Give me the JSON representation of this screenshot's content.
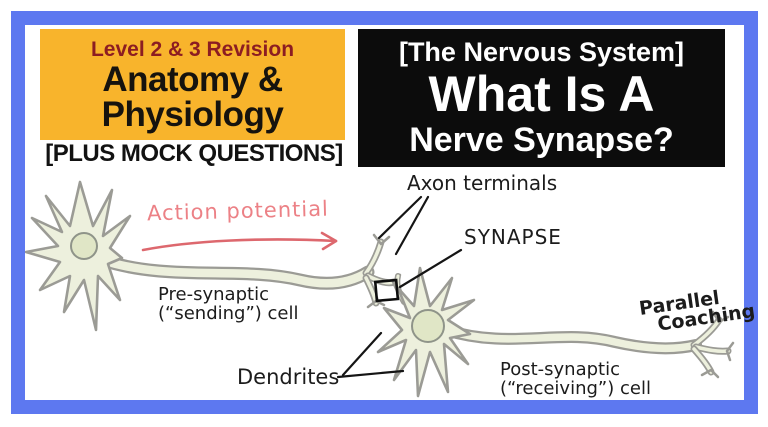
{
  "colors": {
    "border_blue": "#5d78f0",
    "badge_yellow": "#f8b42c",
    "badge_red_text": "#8c1d22",
    "title_box_black": "#0c0c0c",
    "accent_pink": "#ec8186",
    "neuron_fill": "#edf0dd",
    "neuron_outline": "#9b9b95",
    "label_ink": "#1c1c1c"
  },
  "top_left_badge": {
    "line1": "Level 2 & 3 Revision",
    "line2": "Anatomy &",
    "line3": "Physiology",
    "subtitle": "[PLUS MOCK QUESTIONS]"
  },
  "title_box": {
    "line1": "[The Nervous System]",
    "line2": "What Is A",
    "line3": "Nerve Synapse?"
  },
  "diagram": {
    "action_potential_label": "Action potential",
    "axon_terminals_label": "Axon terminals",
    "synapse_label": "SYNAPSE",
    "pre_synaptic_line1": "Pre-synaptic",
    "pre_synaptic_line2": "(“sending”) cell",
    "dendrites_label": "Dendrites",
    "post_synaptic_line1": "Post-synaptic",
    "post_synaptic_line2": "(“receiving”) cell",
    "brand_line1": "Parallel",
    "brand_line2": "Coaching"
  }
}
